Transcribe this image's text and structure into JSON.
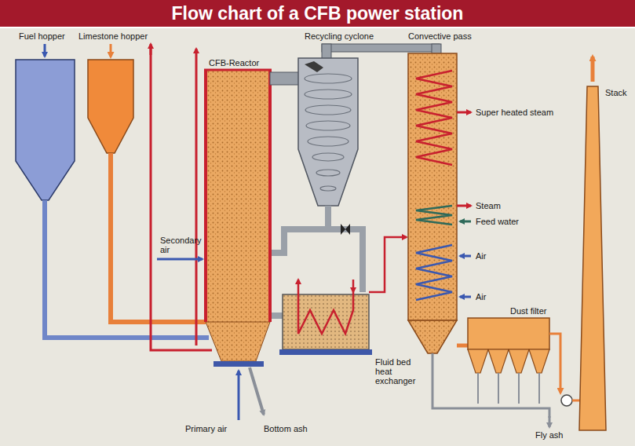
{
  "diagram": {
    "title": "Flow chart of a CFB power station",
    "labels": [
      "Fuel hopper",
      "Limestone hopper",
      "CFB-Reactor",
      "Recycling cyclone",
      "Convective pass",
      "Stack",
      "Super heated steam",
      "Steam",
      "Feed water",
      "Secondary air",
      "Air",
      "Air",
      "Dust filter",
      "Fluid bed heat exchanger",
      "Primary air",
      "Bottom ash",
      "Fly ash"
    ]
  }
}
